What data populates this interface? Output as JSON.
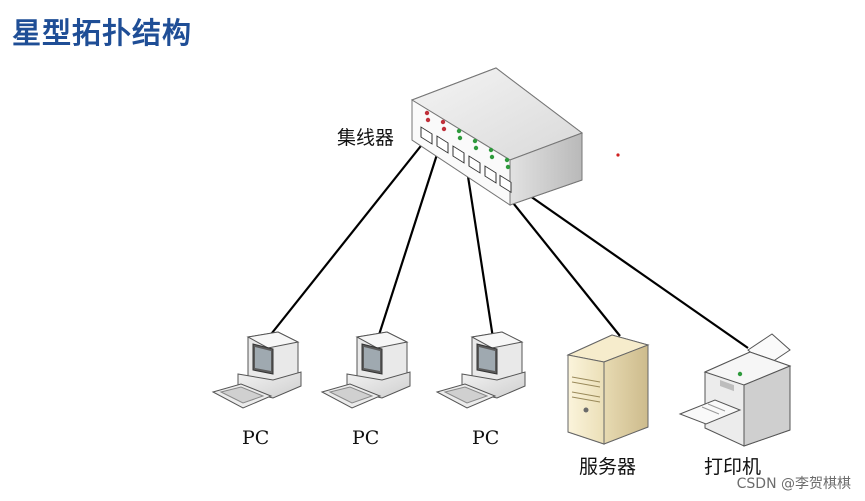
{
  "title": "星型拓扑结构",
  "hub": {
    "label": "集线器"
  },
  "devices": [
    {
      "type": "pc",
      "label": "PC"
    },
    {
      "type": "pc",
      "label": "PC"
    },
    {
      "type": "pc",
      "label": "PC"
    },
    {
      "type": "server",
      "label": "服务器"
    },
    {
      "type": "printer",
      "label": "打印机"
    }
  ],
  "watermark": "CSDN @李贺棋棋",
  "colors": {
    "title": "#1f4e96",
    "cable": "#000000",
    "led_green": "#2e9a3c",
    "led_red": "#c0303a"
  }
}
